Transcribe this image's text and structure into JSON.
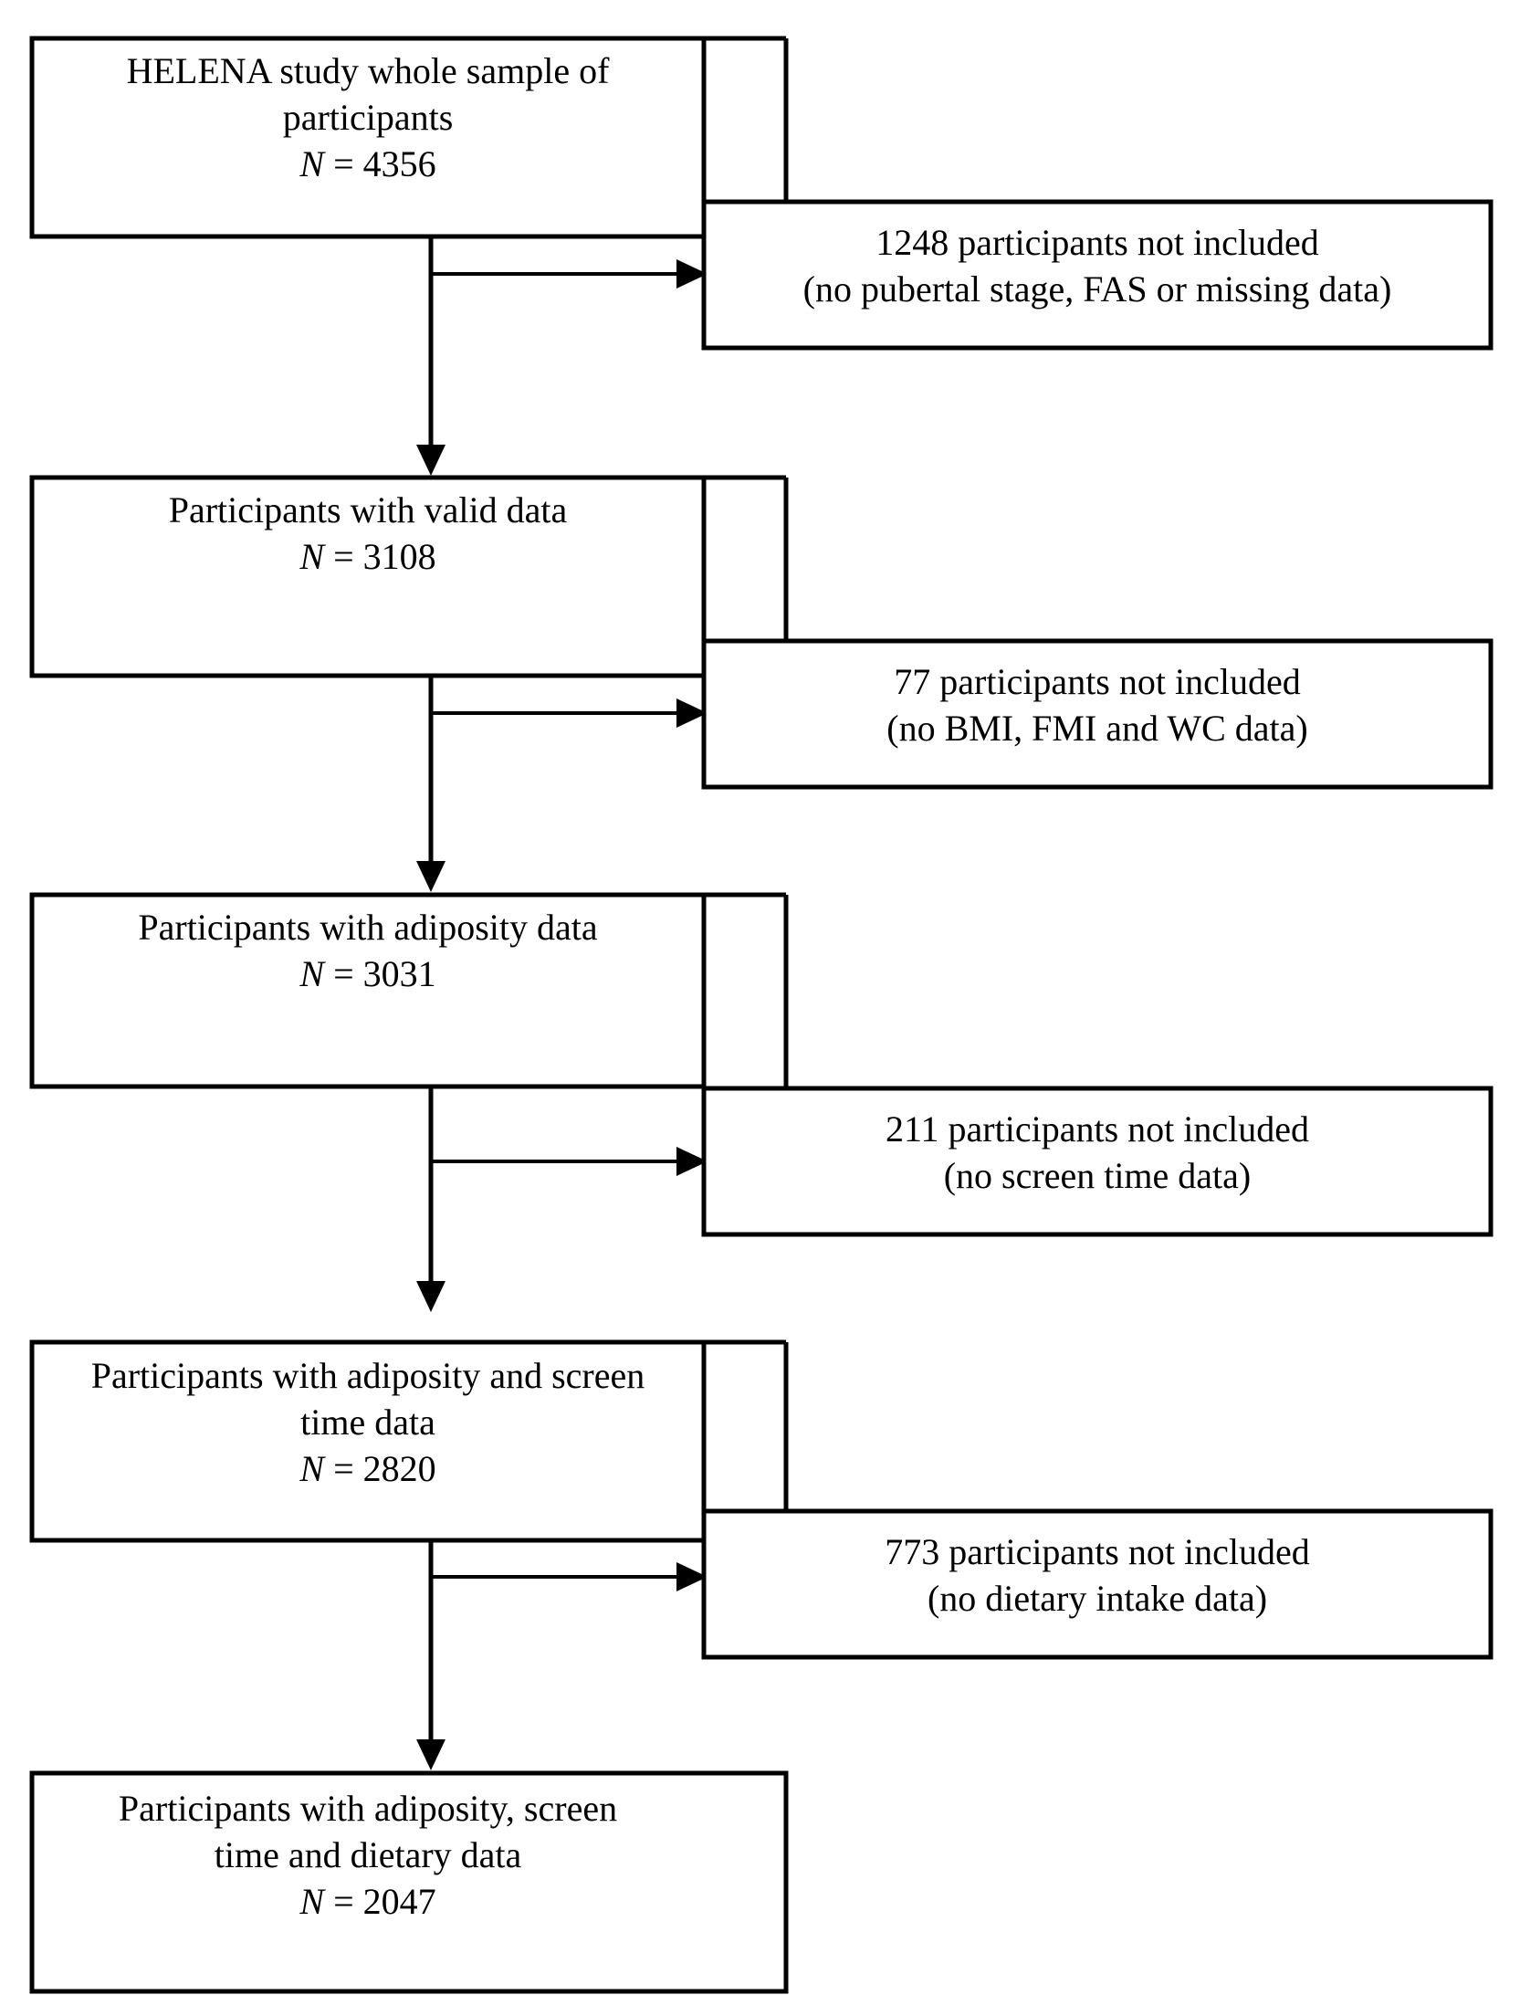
{
  "figure": {
    "type": "flowchart",
    "title": "HELENA study participant selection flow diagram",
    "orientation": "vertical-with-right-exclusions",
    "colors": {
      "background": "#ffffff",
      "stroke": "#000000",
      "text": "#000000"
    }
  },
  "main_boxes": [
    {
      "id": "box-whole-sample",
      "lines": [
        "HELENA study whole sample of",
        "participants"
      ],
      "n_label": "N",
      "n_separator": " = ",
      "n_value": "4356"
    },
    {
      "id": "box-valid-data",
      "lines": [
        "Participants with valid data"
      ],
      "n_label": "N",
      "n_separator": " = ",
      "n_value": "3108"
    },
    {
      "id": "box-adiposity-data",
      "lines": [
        "Participants with adiposity data"
      ],
      "n_label": "N",
      "n_separator": " = ",
      "n_value": "3031"
    },
    {
      "id": "box-adiposity-screen-time",
      "lines": [
        "Participants with adiposity and screen",
        "time data"
      ],
      "n_label": "N",
      "n_separator": " = ",
      "n_value": "2820"
    },
    {
      "id": "box-final-sample",
      "lines": [
        "Participants with adiposity, screen",
        "time and dietary data"
      ],
      "n_label": "N",
      "n_separator": " = ",
      "n_value": "2047"
    }
  ],
  "exclusion_boxes": [
    {
      "id": "excl-pubertal-fas",
      "count": "1248",
      "line1": "1248 participants not included",
      "line2": "(no pubertal stage, FAS or missing data)"
    },
    {
      "id": "excl-bmi-fmi-wc",
      "count": "77",
      "line1": "77 participants not included",
      "line2": "(no BMI, FMI and WC data)"
    },
    {
      "id": "excl-screen-time",
      "count": "211",
      "line1": "211 participants not included",
      "line2": "(no screen time data)"
    },
    {
      "id": "excl-dietary-intake",
      "count": "773",
      "line1": "773 participants not included",
      "line2": "(no dietary intake data)"
    }
  ],
  "chart_data": {
    "type": "flow",
    "title": "HELENA study participant selection flow diagram",
    "nodes": [
      {
        "label": "HELENA study whole sample of participants",
        "n": 4356
      },
      {
        "label": "Participants with valid data",
        "n": 3108
      },
      {
        "label": "Participants with adiposity data",
        "n": 3031
      },
      {
        "label": "Participants with adiposity and screen time data",
        "n": 2820
      },
      {
        "label": "Participants with adiposity, screen time and dietary data",
        "n": 2047
      }
    ],
    "exclusions": [
      {
        "label": "no pubertal stage, FAS or missing data",
        "n": 1248,
        "after_node": 0
      },
      {
        "label": "no BMI, FMI and WC data",
        "n": 77,
        "after_node": 1
      },
      {
        "label": "no screen time data",
        "n": 211,
        "after_node": 2
      },
      {
        "label": "no dietary intake data",
        "n": 773,
        "after_node": 3
      }
    ]
  }
}
